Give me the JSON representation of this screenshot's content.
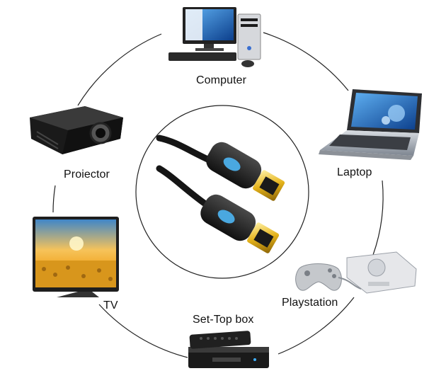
{
  "devices": {
    "computer": "Computer",
    "laptop": "Laptop",
    "projector": "Proiector",
    "tv": "TV",
    "playstation": "Playstation",
    "settop": "Set-Top box"
  },
  "icons": {
    "center": "hdmi-cable-icon",
    "computer": "desktop-computer-icon",
    "laptop": "laptop-icon",
    "projector": "projector-icon",
    "tv": "tv-icon",
    "playstation": "game-console-icon",
    "settop": "set-top-box-icon"
  },
  "colors": {
    "ring": "#222222",
    "cable": "#151515",
    "gold": "#e4b21a",
    "badge": "#4aa8e0",
    "screen_blue": "#1f6fc9"
  }
}
